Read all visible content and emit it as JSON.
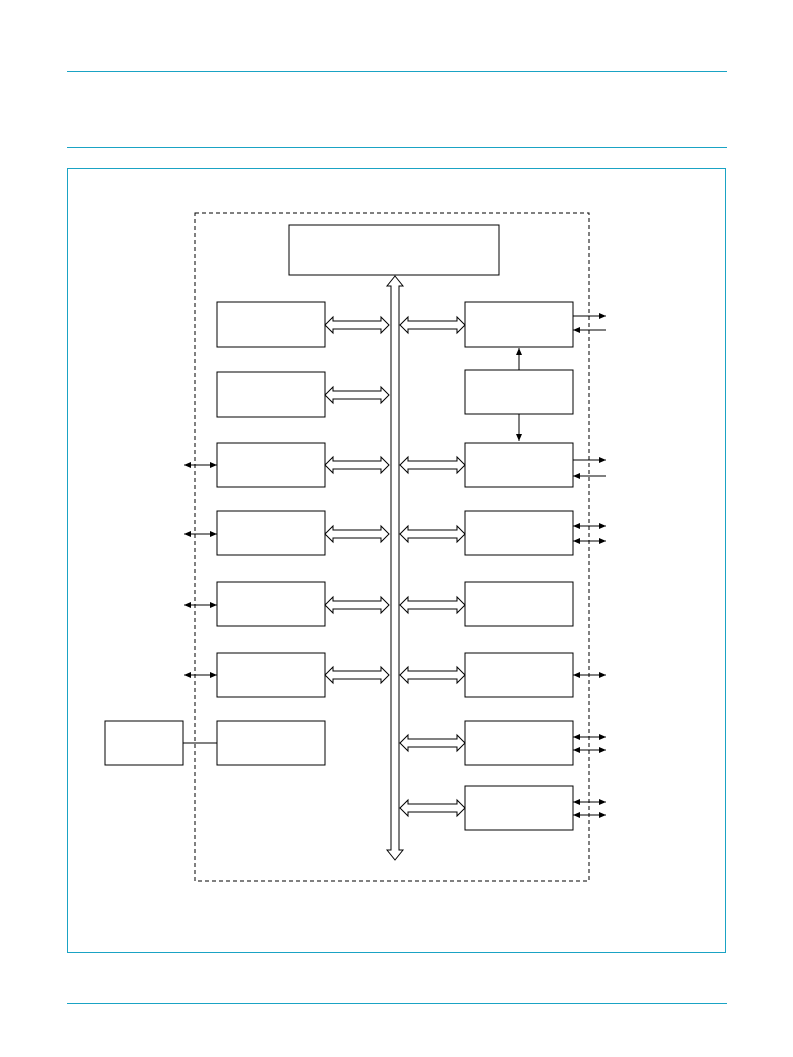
{
  "colors": {
    "rule": "#1aa3c4",
    "frame": "#1aa3c4",
    "stroke": "#000000",
    "bus_fill": "#ffffff"
  },
  "diagram": {
    "central_block": {
      "label": ""
    },
    "left_blocks": [
      {
        "label": "",
        "external": "none"
      },
      {
        "label": "",
        "external": "none"
      },
      {
        "label": "",
        "external": "bidirectional-arrow"
      },
      {
        "label": "",
        "external": "bidirectional-arrow"
      },
      {
        "label": "",
        "external": "bidirectional-arrow"
      },
      {
        "label": "",
        "external": "bidirectional-arrow"
      },
      {
        "label": "",
        "external": "line-to-external-block"
      }
    ],
    "right_blocks": [
      {
        "label": "",
        "external": "out-and-in-arrows"
      },
      {
        "label": "",
        "external": "none"
      },
      {
        "label": "",
        "external": "out-and-in-arrows"
      },
      {
        "label": "",
        "external": "two-bidirectional-arrows"
      },
      {
        "label": "",
        "external": "none"
      },
      {
        "label": "",
        "external": "one-bidirectional-arrow"
      },
      {
        "label": "",
        "external": "two-bidirectional-arrows"
      },
      {
        "label": "",
        "external": "two-bidirectional-arrows"
      }
    ],
    "external_block": {
      "label": ""
    }
  }
}
